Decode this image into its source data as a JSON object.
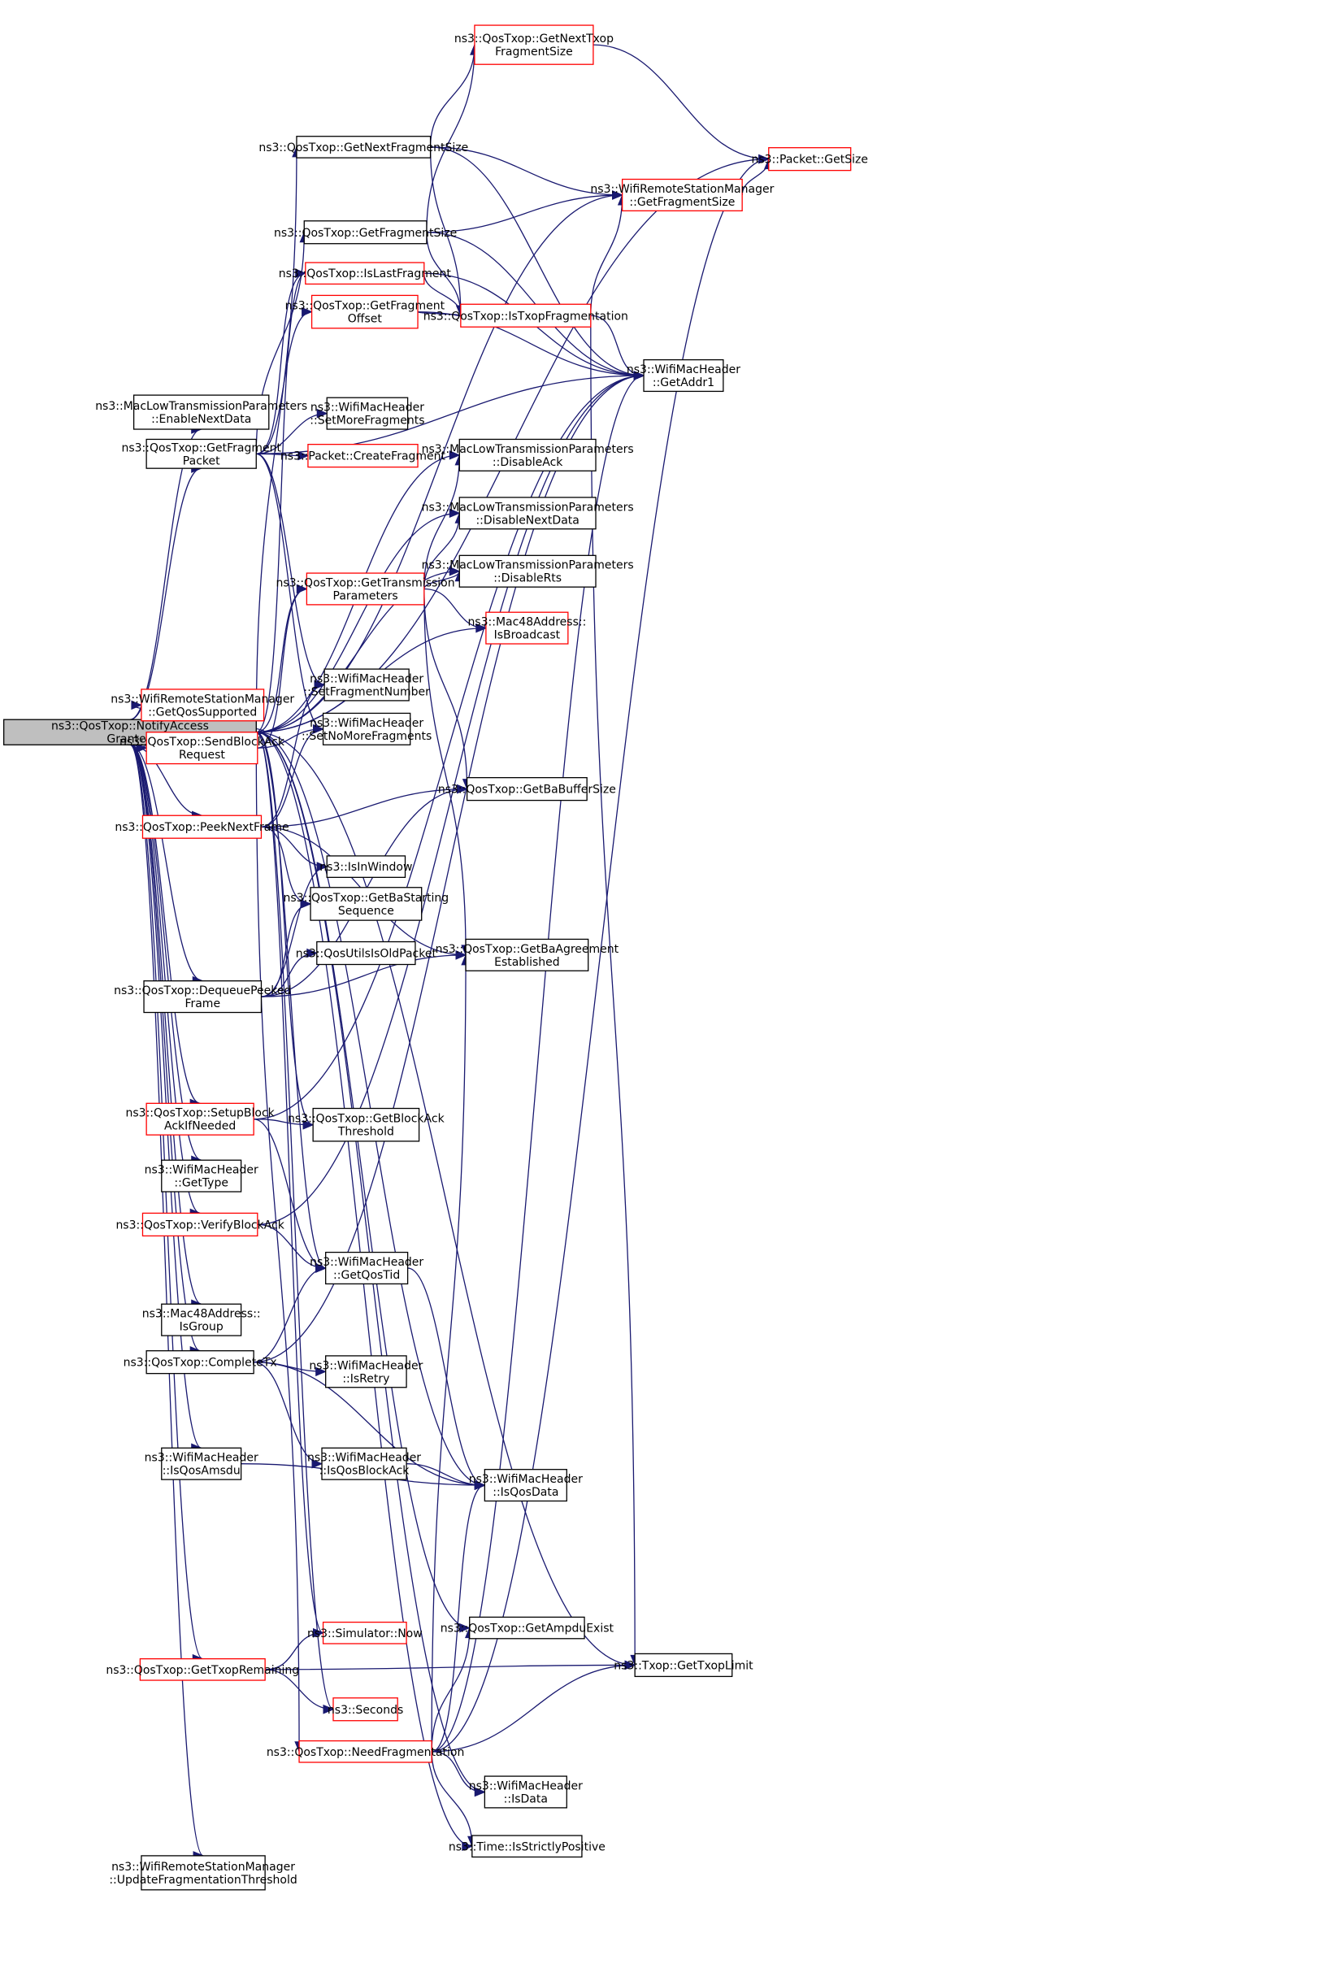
{
  "graph": {
    "nodes": {
      "root": {
        "lines": [
          "ns3::QosTxop::NotifyAccess",
          "Granted"
        ],
        "style": "root"
      },
      "getNextTxopFragSize": {
        "lines": [
          "ns3::QosTxop::GetNextTxop",
          "FragmentSize"
        ],
        "style": "red"
      },
      "packetGetSize": {
        "lines": [
          "ns3::Packet::GetSize"
        ],
        "style": "red"
      },
      "getNextFragSize": {
        "lines": [
          "ns3::QosTxop::GetNextFragmentSize"
        ],
        "style": "normal"
      },
      "wrsmGetFragSize": {
        "lines": [
          "ns3::WifiRemoteStationManager",
          "::GetFragmentSize"
        ],
        "style": "red"
      },
      "getFragSize": {
        "lines": [
          "ns3::QosTxop::GetFragmentSize"
        ],
        "style": "normal"
      },
      "isLastFragment": {
        "lines": [
          "ns3::QosTxop::IsLastFragment"
        ],
        "style": "red"
      },
      "getFragOffset": {
        "lines": [
          "ns3::QosTxop::GetFragment",
          "Offset"
        ],
        "style": "red"
      },
      "isTxopFrag": {
        "lines": [
          "ns3::QosTxop::IsTxopFragmentation"
        ],
        "style": "red"
      },
      "getAddr1": {
        "lines": [
          "ns3::WifiMacHeader",
          "::GetAddr1"
        ],
        "style": "normal"
      },
      "enableNextData": {
        "lines": [
          "ns3::MacLowTransmissionParameters",
          "::EnableNextData"
        ],
        "style": "normal"
      },
      "setMoreFragments": {
        "lines": [
          "ns3::WifiMacHeader",
          "::SetMoreFragments"
        ],
        "style": "normal"
      },
      "getFragPacket": {
        "lines": [
          "ns3::QosTxop::GetFragment",
          "Packet"
        ],
        "style": "normal"
      },
      "disableAck": {
        "lines": [
          "ns3::MacLowTransmissionParameters",
          "::DisableAck"
        ],
        "style": "normal"
      },
      "createFragment": {
        "lines": [
          "ns3::Packet::CreateFragment"
        ],
        "style": "red"
      },
      "disableNextData": {
        "lines": [
          "ns3::MacLowTransmissionParameters",
          "::DisableNextData"
        ],
        "style": "normal"
      },
      "getTxParams": {
        "lines": [
          "ns3::QosTxop::GetTransmission",
          "Parameters"
        ],
        "style": "red"
      },
      "disableRts": {
        "lines": [
          "ns3::MacLowTransmissionParameters",
          "::DisableRts"
        ],
        "style": "normal"
      },
      "isBroadcast": {
        "lines": [
          "ns3::Mac48Address::",
          "IsBroadcast"
        ],
        "style": "red"
      },
      "setFragNumber": {
        "lines": [
          "ns3::WifiMacHeader",
          "::SetFragmentNumber"
        ],
        "style": "normal"
      },
      "getQosSupported": {
        "lines": [
          "ns3::WifiRemoteStationManager",
          "::GetQosSupported"
        ],
        "style": "red"
      },
      "sendBlockAckReq": {
        "lines": [
          "ns3::QosTxop::SendBlockAck",
          "Request"
        ],
        "style": "red"
      },
      "setNoMoreFragments": {
        "lines": [
          "ns3::WifiMacHeader",
          "::SetNoMoreFragments"
        ],
        "style": "normal"
      },
      "getBaBufferSize": {
        "lines": [
          "ns3::QosTxop::GetBaBufferSize"
        ],
        "style": "normal"
      },
      "peekNextFrame": {
        "lines": [
          "ns3::QosTxop::PeekNextFrame"
        ],
        "style": "red"
      },
      "isInWindow": {
        "lines": [
          "ns3::IsInWindow"
        ],
        "style": "normal"
      },
      "getBaStartingSeq": {
        "lines": [
          "ns3::QosTxop::GetBaStarting",
          "Sequence"
        ],
        "style": "normal"
      },
      "getBaAgreementEst": {
        "lines": [
          "ns3::QosTxop::GetBaAgreement",
          "Established"
        ],
        "style": "normal"
      },
      "qosUtilsIsOld": {
        "lines": [
          "ns3::QosUtilsIsOldPacket"
        ],
        "style": "normal"
      },
      "dequeuePeeked": {
        "lines": [
          "ns3::QosTxop::DequeuePeeked",
          "Frame"
        ],
        "style": "normal"
      },
      "setupBlockAck": {
        "lines": [
          "ns3::QosTxop::SetupBlock",
          "AckIfNeeded"
        ],
        "style": "red"
      },
      "getBlockAckThr": {
        "lines": [
          "ns3::QosTxop::GetBlockAck",
          "Threshold"
        ],
        "style": "normal"
      },
      "getType": {
        "lines": [
          "ns3::WifiMacHeader",
          "::GetType"
        ],
        "style": "normal"
      },
      "verifyBlockAck": {
        "lines": [
          "ns3::QosTxop::VerifyBlockAck"
        ],
        "style": "red"
      },
      "getQosTid": {
        "lines": [
          "ns3::WifiMacHeader",
          "::GetQosTid"
        ],
        "style": "normal"
      },
      "isGroup": {
        "lines": [
          "ns3::Mac48Address::",
          "IsGroup"
        ],
        "style": "normal"
      },
      "completeTx": {
        "lines": [
          "ns3::QosTxop::CompleteTx"
        ],
        "style": "normal"
      },
      "isRetry": {
        "lines": [
          "ns3::WifiMacHeader",
          "::IsRetry"
        ],
        "style": "normal"
      },
      "isQosAmsdu": {
        "lines": [
          "ns3::WifiMacHeader",
          "::IsQosAmsdu"
        ],
        "style": "normal"
      },
      "isQosBlockAck": {
        "lines": [
          "ns3::WifiMacHeader",
          "::IsQosBlockAck"
        ],
        "style": "normal"
      },
      "isQosData": {
        "lines": [
          "ns3::WifiMacHeader",
          "::IsQosData"
        ],
        "style": "normal"
      },
      "simulatorNow": {
        "lines": [
          "ns3::Simulator::Now"
        ],
        "style": "red"
      },
      "getAmpduExist": {
        "lines": [
          "ns3::QosTxop::GetAmpduExist"
        ],
        "style": "normal"
      },
      "getTxopRemaining": {
        "lines": [
          "ns3::QosTxop::GetTxopRemaining"
        ],
        "style": "red"
      },
      "getTxopLimit": {
        "lines": [
          "ns3::Txop::GetTxopLimit"
        ],
        "style": "normal"
      },
      "seconds": {
        "lines": [
          "ns3::Seconds"
        ],
        "style": "red"
      },
      "needFrag": {
        "lines": [
          "ns3::QosTxop::NeedFragmentation"
        ],
        "style": "red"
      },
      "isData": {
        "lines": [
          "ns3::WifiMacHeader",
          "::IsData"
        ],
        "style": "normal"
      },
      "isStrictlyPositive": {
        "lines": [
          "ns3::Time::IsStrictlyPositive"
        ],
        "style": "normal"
      },
      "updateFragThr": {
        "lines": [
          "ns3::WifiRemoteStationManager",
          "::UpdateFragmentationThreshold"
        ],
        "style": "normal"
      }
    },
    "edges": [
      [
        "root",
        "packetGetSize"
      ],
      [
        "root",
        "getNextFragSize"
      ],
      [
        "root",
        "wrsmGetFragSize"
      ],
      [
        "root",
        "isLastFragment"
      ],
      [
        "root",
        "enableNextData"
      ],
      [
        "root",
        "disableAck"
      ],
      [
        "root",
        "getFragPacket"
      ],
      [
        "root",
        "disableNextData"
      ],
      [
        "root",
        "disableRts"
      ],
      [
        "root",
        "getTxParams"
      ],
      [
        "root",
        "isBroadcast"
      ],
      [
        "root",
        "getQosSupported"
      ],
      [
        "root",
        "sendBlockAckReq"
      ],
      [
        "root",
        "peekNextFrame"
      ],
      [
        "root",
        "dequeuePeeked"
      ],
      [
        "root",
        "setupBlockAck"
      ],
      [
        "root",
        "getBlockAckThr"
      ],
      [
        "root",
        "getType"
      ],
      [
        "root",
        "verifyBlockAck"
      ],
      [
        "root",
        "getQosTid"
      ],
      [
        "root",
        "isGroup"
      ],
      [
        "root",
        "completeTx"
      ],
      [
        "root",
        "isQosAmsdu"
      ],
      [
        "root",
        "isQosData"
      ],
      [
        "root",
        "getAmpduExist"
      ],
      [
        "root",
        "simulatorNow"
      ],
      [
        "root",
        "getTxopRemaining"
      ],
      [
        "root",
        "seconds"
      ],
      [
        "root",
        "needFrag"
      ],
      [
        "root",
        "isData"
      ],
      [
        "root",
        "getTxopLimit"
      ],
      [
        "root",
        "updateFragThr"
      ],
      [
        "root",
        "isStrictlyPositive"
      ],
      [
        "getNextFragSize",
        "getNextTxopFragSize"
      ],
      [
        "getNextFragSize",
        "wrsmGetFragSize"
      ],
      [
        "getNextFragSize",
        "isTxopFrag"
      ],
      [
        "getNextFragSize",
        "getAddr1"
      ],
      [
        "getNextTxopFragSize",
        "packetGetSize"
      ],
      [
        "wrsmGetFragSize",
        "packetGetSize"
      ],
      [
        "getFragSize",
        "getNextTxopFragSize"
      ],
      [
        "getFragSize",
        "wrsmGetFragSize"
      ],
      [
        "getFragSize",
        "isTxopFrag"
      ],
      [
        "getFragSize",
        "getAddr1"
      ],
      [
        "isLastFragment",
        "isTxopFrag"
      ],
      [
        "isLastFragment",
        "getAddr1"
      ],
      [
        "getFragOffset",
        "isTxopFrag"
      ],
      [
        "getFragOffset",
        "getAddr1"
      ],
      [
        "isTxopFrag",
        "wrsmGetFragSize"
      ],
      [
        "isTxopFrag",
        "getAddr1"
      ],
      [
        "isTxopFrag",
        "getTxopLimit"
      ],
      [
        "getFragPacket",
        "getFragSize"
      ],
      [
        "getFragPacket",
        "isLastFragment"
      ],
      [
        "getFragPacket",
        "getFragOffset"
      ],
      [
        "getFragPacket",
        "setMoreFragments"
      ],
      [
        "getFragPacket",
        "createFragment"
      ],
      [
        "getFragPacket",
        "setFragNumber"
      ],
      [
        "getFragPacket",
        "setNoMoreFragments"
      ],
      [
        "getFragPacket",
        "getAddr1"
      ],
      [
        "getTxParams",
        "disableAck"
      ],
      [
        "getTxParams",
        "disableNextData"
      ],
      [
        "getTxParams",
        "disableRts"
      ],
      [
        "getTxParams",
        "isBroadcast"
      ],
      [
        "getTxParams",
        "getBaBufferSize"
      ],
      [
        "getTxParams",
        "getBaAgreementEst"
      ],
      [
        "sendBlockAckReq",
        "getTxParams"
      ],
      [
        "sendBlockAckReq",
        "setNoMoreFragments"
      ],
      [
        "peekNextFrame",
        "setFragNumber"
      ],
      [
        "peekNextFrame",
        "setNoMoreFragments"
      ],
      [
        "peekNextFrame",
        "getBaBufferSize"
      ],
      [
        "peekNextFrame",
        "isInWindow"
      ],
      [
        "peekNextFrame",
        "getBaStartingSeq"
      ],
      [
        "peekNextFrame",
        "getBaAgreementEst"
      ],
      [
        "dequeuePeeked",
        "isInWindow"
      ],
      [
        "dequeuePeeked",
        "getBaStartingSeq"
      ],
      [
        "dequeuePeeked",
        "qosUtilsIsOld"
      ],
      [
        "dequeuePeeked",
        "getBaBufferSize"
      ],
      [
        "dequeuePeeked",
        "getBaAgreementEst"
      ],
      [
        "setupBlockAck",
        "getBlockAckThr"
      ],
      [
        "setupBlockAck",
        "getAddr1"
      ],
      [
        "setupBlockAck",
        "getQosTid"
      ],
      [
        "verifyBlockAck",
        "getAddr1"
      ],
      [
        "verifyBlockAck",
        "getQosTid"
      ],
      [
        "getQosTid",
        "isQosData"
      ],
      [
        "completeTx",
        "getQosTid"
      ],
      [
        "completeTx",
        "isRetry"
      ],
      [
        "completeTx",
        "isQosBlockAck"
      ],
      [
        "completeTx",
        "isQosData"
      ],
      [
        "completeTx",
        "getAddr1"
      ],
      [
        "isQosAmsdu",
        "isQosData"
      ],
      [
        "isQosBlockAck",
        "isQosData"
      ],
      [
        "getTxopRemaining",
        "simulatorNow"
      ],
      [
        "getTxopRemaining",
        "seconds"
      ],
      [
        "getTxopRemaining",
        "getTxopLimit"
      ],
      [
        "needFrag",
        "getBaAgreementEst"
      ],
      [
        "needFrag",
        "getAmpduExist"
      ],
      [
        "needFrag",
        "getTxopLimit"
      ],
      [
        "needFrag",
        "isData"
      ],
      [
        "needFrag",
        "isStrictlyPositive"
      ],
      [
        "needFrag",
        "isQosData"
      ],
      [
        "needFrag",
        "getAddr1"
      ],
      [
        "needFrag",
        "packetGetSize"
      ]
    ]
  }
}
